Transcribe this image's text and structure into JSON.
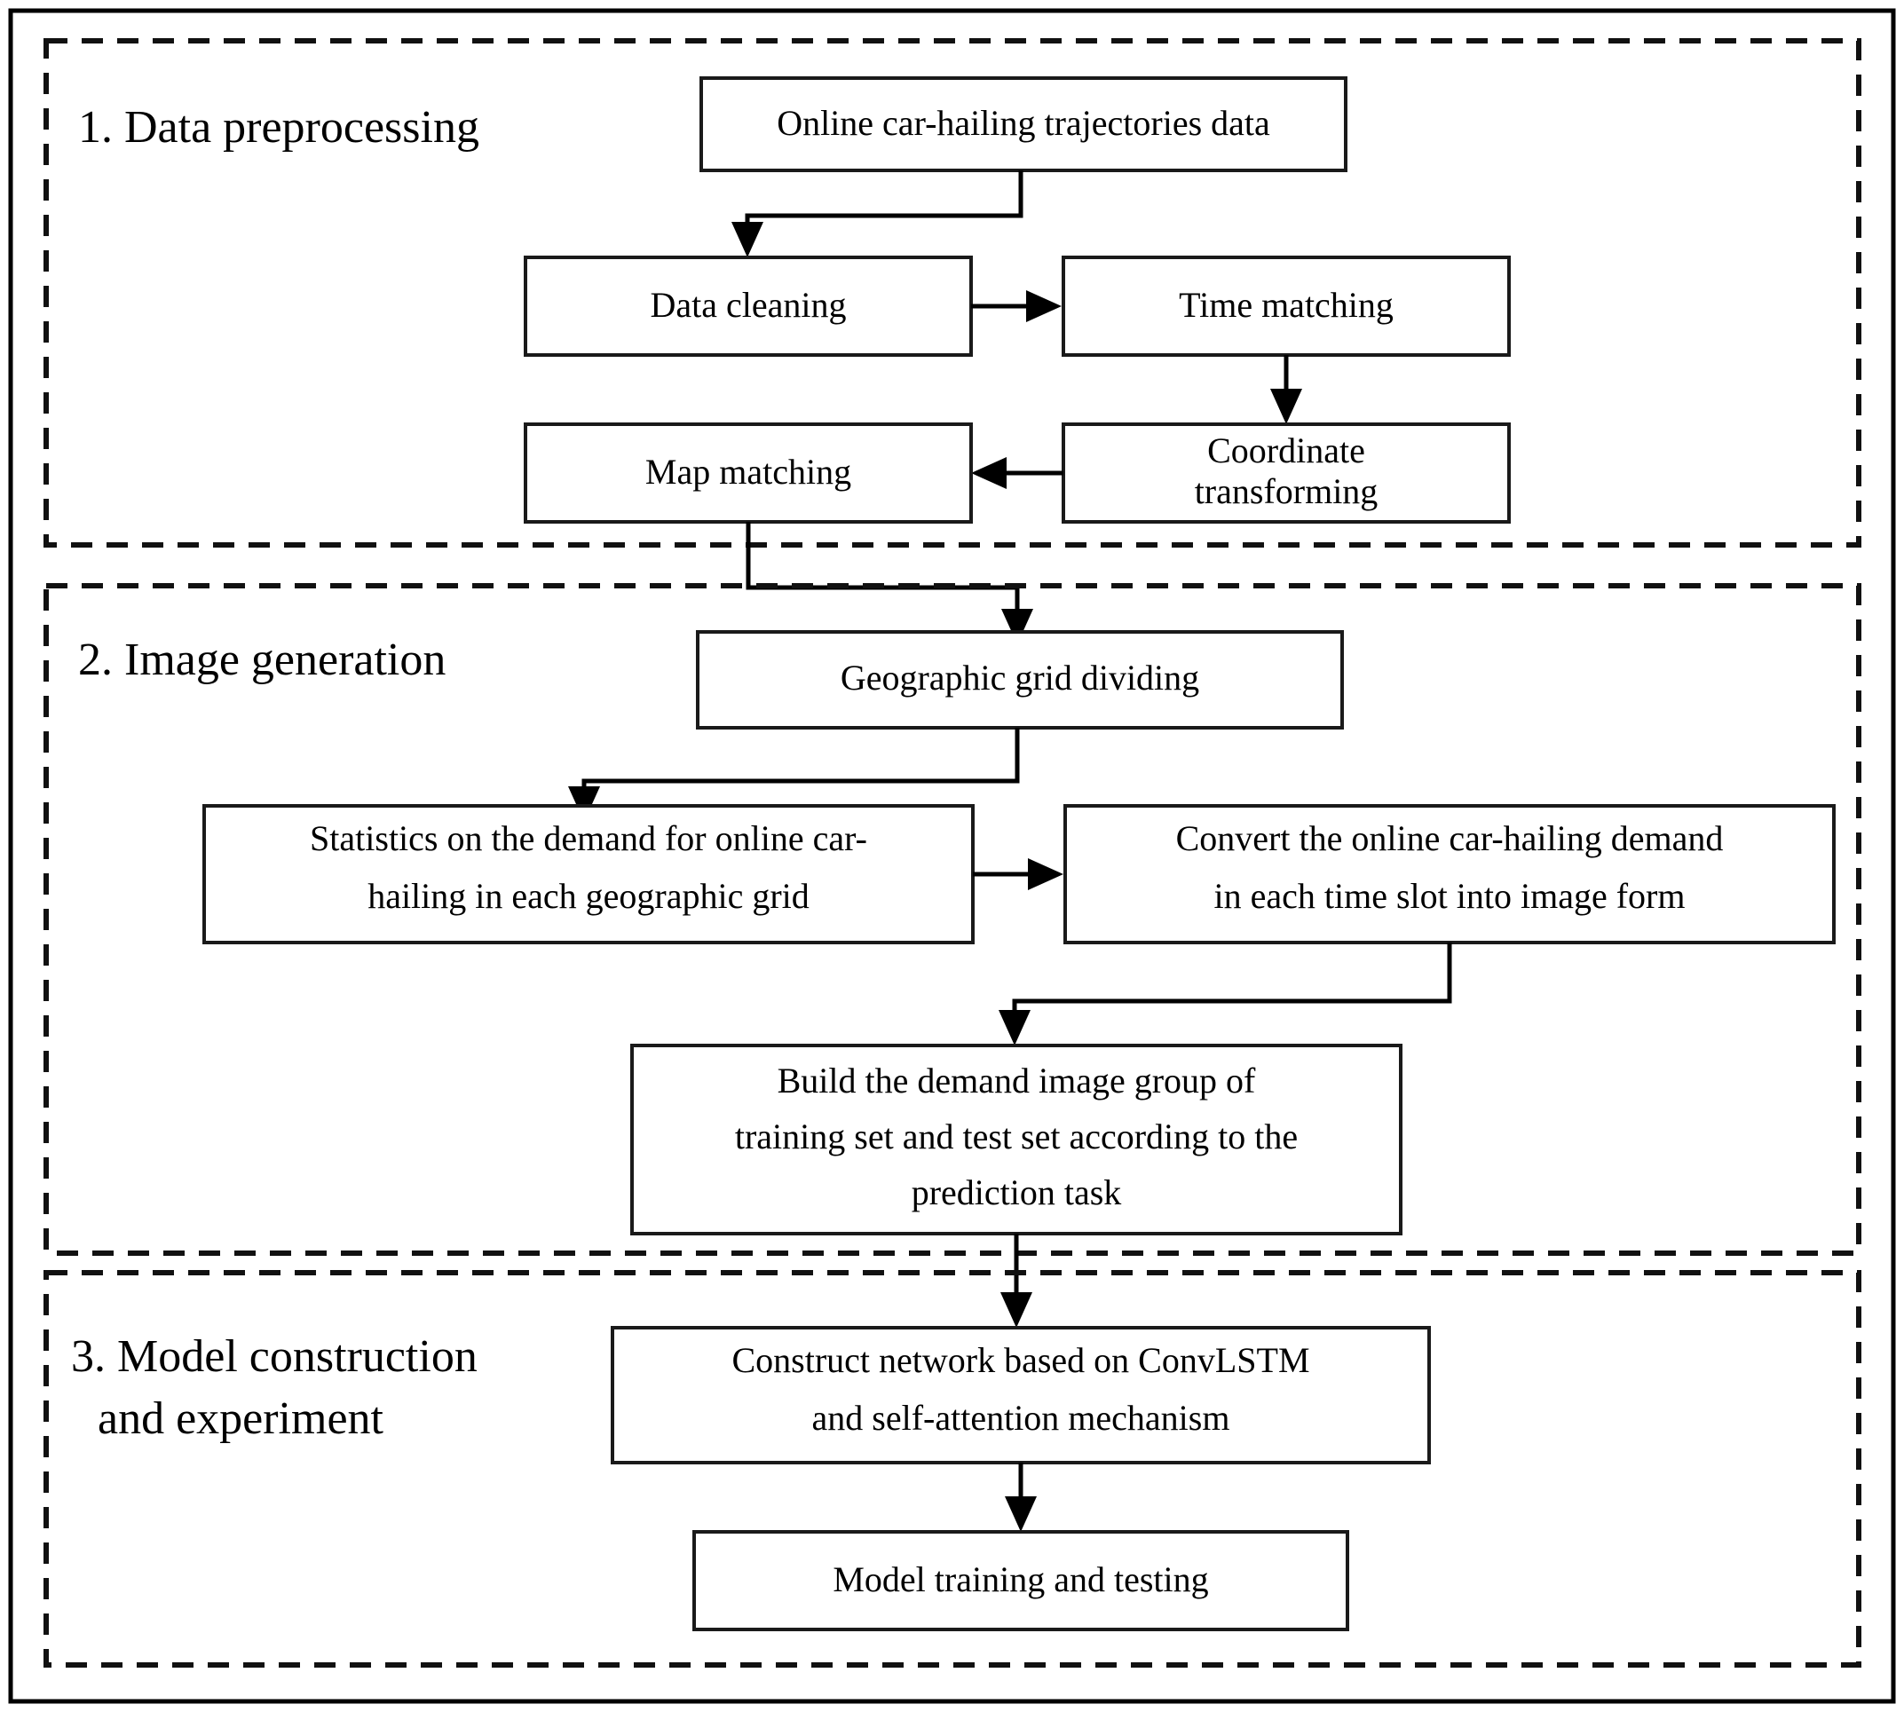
{
  "diagram": {
    "title": "Research framework flowchart",
    "background_color": "#ffffff",
    "line_color": "#000000",
    "box_fill": "#ffffff"
  },
  "sections": [
    {
      "id": "s1",
      "number": "1.",
      "title": "1. Data preprocessing",
      "line1": "1. Data preprocessing",
      "line2": ""
    },
    {
      "id": "s2",
      "number": "2.",
      "title": "2. Image generation",
      "line1": "2. Image generation",
      "line2": ""
    },
    {
      "id": "s3",
      "number": "3.",
      "title": "3. Model construction and experiment",
      "line1": "3. Model construction",
      "line2": "and experiment"
    }
  ],
  "nodes": {
    "trajectories": {
      "label": "Online car-hailing trajectories  data",
      "lines": [
        "Online car-hailing trajectories  data"
      ]
    },
    "data_cleaning": {
      "label": "Data cleaning",
      "lines": [
        "Data cleaning"
      ]
    },
    "time_matching": {
      "label": "Time matching",
      "lines": [
        "Time matching"
      ]
    },
    "coordinate_transforming": {
      "label": "Coordinate transforming",
      "lines": [
        "Coordinate",
        "transforming"
      ]
    },
    "map_matching": {
      "label": "Map matching",
      "lines": [
        "Map matching"
      ]
    },
    "grid_dividing": {
      "label": "Geographic grid dividing",
      "lines": [
        "Geographic grid dividing"
      ]
    },
    "statistics_demand": {
      "label": "Statistics on the demand for online car-hailing in each geographic grid",
      "lines": [
        "Statistics on the demand for online car-",
        "hailing in each geographic grid"
      ]
    },
    "convert_image": {
      "label": "Convert the online car-hailing demand in each time slot into image form",
      "lines": [
        "Convert the online car-hailing demand",
        "in each time slot into image form"
      ]
    },
    "build_image_group": {
      "label": "Build the demand image group of training set and test set according to the prediction task",
      "lines": [
        "Build the demand image group of",
        "training set and test set according to the",
        "prediction task"
      ]
    },
    "construct_network": {
      "label": "Construct network based on ConvLSTM and self-attention mechanism",
      "lines": [
        "Construct network based on ConvLSTM",
        "and self-attention mechanism"
      ]
    },
    "model_training": {
      "label": "Model training and testing",
      "lines": [
        "Model training and testing"
      ]
    }
  },
  "edges": [
    {
      "id": "e1",
      "from": "trajectories",
      "to": "data_cleaning",
      "kind": "elbow-down-left-down"
    },
    {
      "id": "e2",
      "from": "data_cleaning",
      "to": "time_matching",
      "kind": "straight-right"
    },
    {
      "id": "e3",
      "from": "time_matching",
      "to": "coordinate_transforming",
      "kind": "straight-down"
    },
    {
      "id": "e4",
      "from": "coordinate_transforming",
      "to": "map_matching",
      "kind": "straight-left"
    },
    {
      "id": "e5",
      "from": "map_matching",
      "to": "grid_dividing",
      "kind": "elbow-down-right-down"
    },
    {
      "id": "e6",
      "from": "grid_dividing",
      "to": "statistics_demand",
      "kind": "elbow-down-left-down"
    },
    {
      "id": "e7",
      "from": "statistics_demand",
      "to": "convert_image",
      "kind": "straight-right"
    },
    {
      "id": "e8",
      "from": "convert_image",
      "to": "build_image_group",
      "kind": "elbow-down-left-down"
    },
    {
      "id": "e9",
      "from": "build_image_group",
      "to": "construct_network",
      "kind": "straight-down"
    },
    {
      "id": "e10",
      "from": "construct_network",
      "to": "model_training",
      "kind": "straight-down"
    }
  ]
}
